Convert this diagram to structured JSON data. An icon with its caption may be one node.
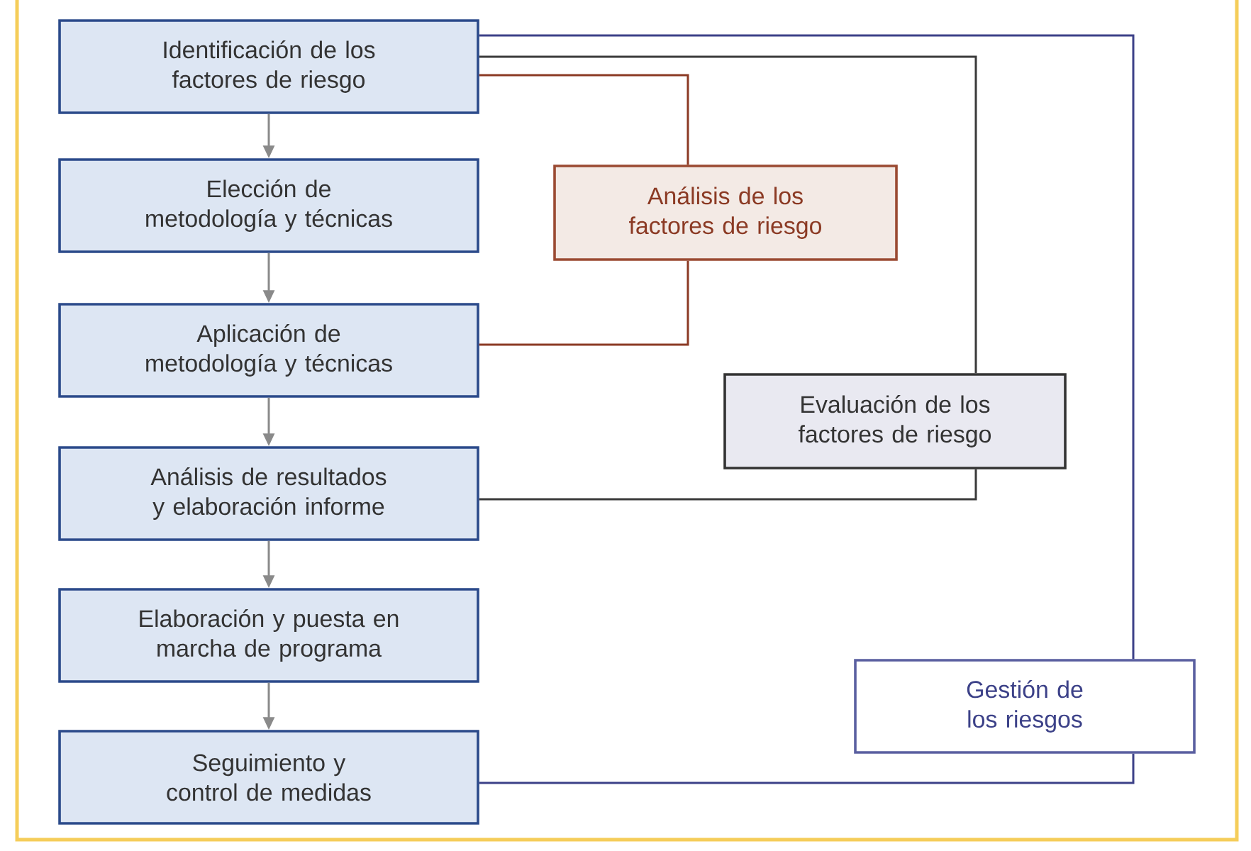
{
  "diagram": {
    "nodes": [
      {
        "text": [
          "Identificación de los factores de riesgo"
        ]
      },
      {
        "text": [
          "Elección de metodología y técnicas"
        ]
      },
      {
        "text": [
          "Aplicación de metodología y técnicas"
        ]
      },
      {
        "text": [
          "Análisis de resultados y elaboración informe"
        ]
      },
      {
        "text": [
          "Elaboración y puesta en marcha de programa"
        ]
      },
      {
        "text": [
          "Seguimiento y control de medidas"
        ]
      },
      {
        "text": [
          "Análisis de los factores de riesgo"
        ]
      },
      {
        "text": [
          "Evaluación de los factores de riesgo"
        ]
      },
      {
        "text": [
          "Gestión de los riesgos"
        ]
      }
    ],
    "edges": [
      {
        "from": 0,
        "to": 1,
        "arrow": "to"
      },
      {
        "from": 1,
        "to": 2,
        "arrow": "to"
      },
      {
        "from": 2,
        "to": 3,
        "arrow": "to"
      },
      {
        "from": 3,
        "to": 4,
        "arrow": "to"
      },
      {
        "from": 4,
        "to": 5,
        "arrow": "to"
      },
      {
        "from": 0,
        "to": 6,
        "arrow": "none",
        "color": "#8b3a24"
      },
      {
        "from": 6,
        "to": 2,
        "arrow": "none",
        "color": "#8b3a24"
      },
      {
        "from": 0,
        "to": 7,
        "arrow": "none",
        "color": "#3a3a3a"
      },
      {
        "from": 7,
        "to": 3,
        "arrow": "none",
        "color": "#3a3a3a"
      },
      {
        "from": 0,
        "to": 8,
        "arrow": "none",
        "color": "#3c4188"
      },
      {
        "from": 8,
        "to": 5,
        "arrow": "none",
        "color": "#3c4188"
      }
    ]
  }
}
